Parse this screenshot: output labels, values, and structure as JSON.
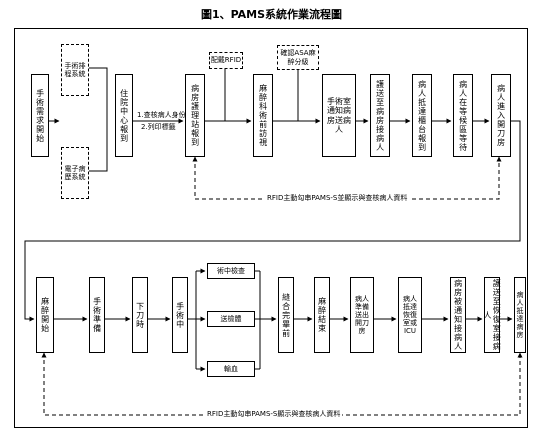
{
  "title": "圖1、PAMS系統作業流程圖",
  "row1": {
    "n1": "手術需求開始",
    "schedule": "手術排程系統",
    "order": "電子病歷系統",
    "n2": "住院中心報到",
    "check_label_1": "1.查核病人身份",
    "check_label_2": "2.列印標籤",
    "n3": "病房護理站報到",
    "rfid_tag": "配戴RFID",
    "n4": "麻醉科術前訪視",
    "asa": "確認ASA麻醉分級",
    "n5": "手術室通知病房送病人",
    "n6": "護送至病房接病人",
    "n7": "病人抵達櫃台報到",
    "n8": "病人在等候區等待",
    "n9": "病人進入開刀房",
    "rfid_text": "RFID主動勾串PAMS-S並顯示與查核病人資料"
  },
  "row2": {
    "m1": "麻醉開始",
    "m2": "手術準備",
    "m3": "下刀時",
    "m4": "手術中",
    "sub1": "術中檢查",
    "sub2": "送檢體",
    "sub3": "輸血",
    "m5": "縫合完畢前",
    "m6": "麻醉結束",
    "m7": "病人準備送出開刀房",
    "m8": "病人抵達恢復室或ICU",
    "m9": "病房被通知接病人",
    "m10": "護送至恢復室接病人",
    "m11": "病人抵達病房",
    "rfid_text": "RFID主動勾串PAMS-S顯示與查核病人資料"
  }
}
